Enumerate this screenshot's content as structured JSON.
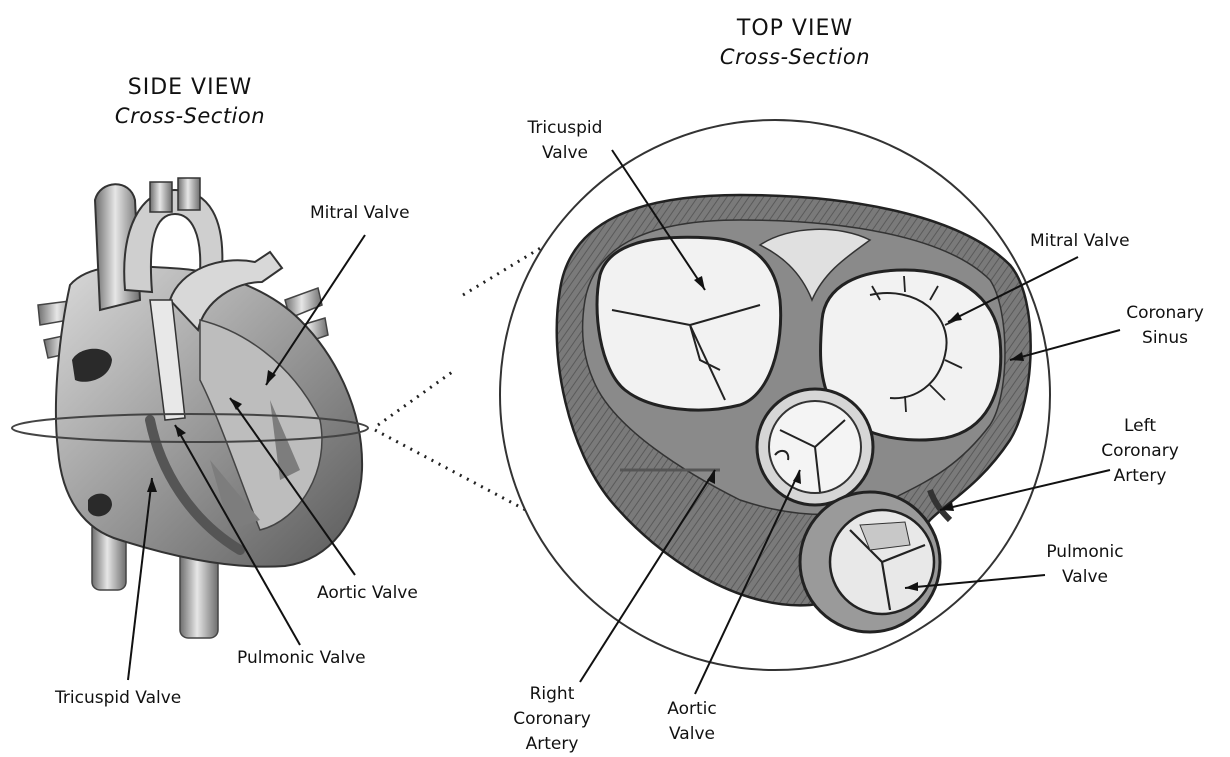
{
  "side_view": {
    "title": "SIDE VIEW",
    "subtitle": "Cross-Section",
    "labels": {
      "mitral_valve": "Mitral Valve",
      "aortic_valve": "Aortic Valve",
      "pulmonic_valve": "Pulmonic Valve",
      "tricuspid_valve": "Tricuspid Valve"
    }
  },
  "top_view": {
    "title": "TOP VIEW",
    "subtitle": "Cross-Section",
    "labels": {
      "tricuspid_valve": [
        "Tricuspid",
        "Valve"
      ],
      "mitral_valve": "Mitral Valve",
      "coronary_sinus": [
        "Coronary",
        "Sinus"
      ],
      "left_coronary_artery": [
        "Left",
        "Coronary",
        "Artery"
      ],
      "pulmonic_valve": [
        "Pulmonic",
        "Valve"
      ],
      "right_coronary_artery": [
        "Right",
        "Coronary",
        "Artery"
      ],
      "aortic_valve": [
        "Aortic",
        "Valve"
      ]
    }
  }
}
